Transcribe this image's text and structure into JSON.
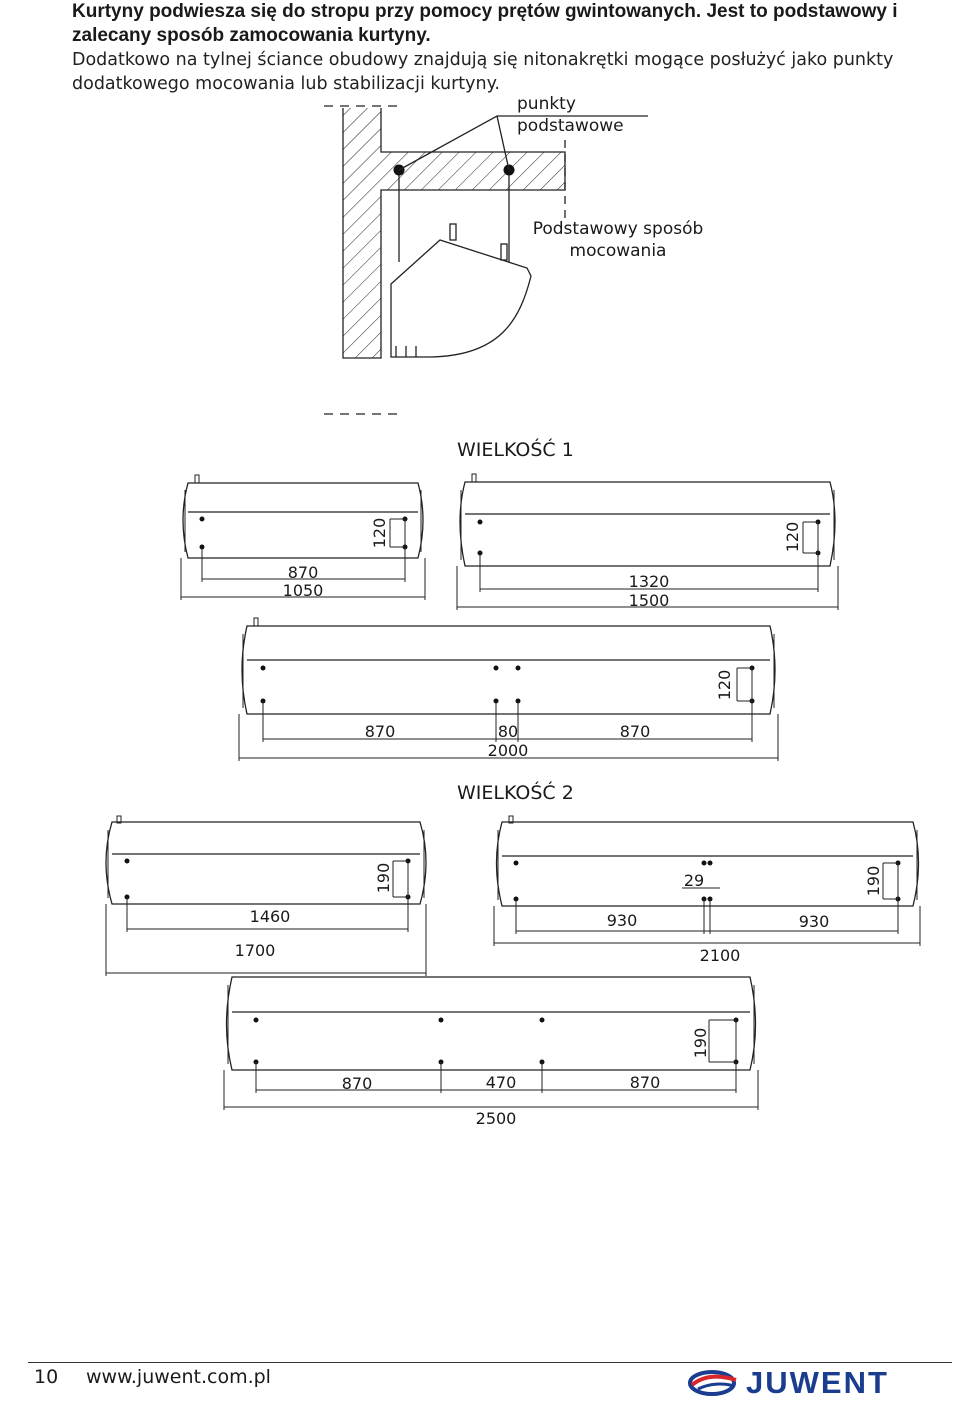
{
  "intro": {
    "bold_text": "Kurtyny podwiesza się do stropu przy pomocy prętów gwintowanych. Jest to podstawowy i zalecany sposób zamocowania kurtyny.",
    "light_text": "Dodatkowo na tylnej ściance obudowy znajdują się nitonakrętki mogące posłużyć jako punkty dodatkowego mocowania lub stabilizacji kurtyny."
  },
  "mounting_diagram": {
    "label_points_line1": "punkty",
    "label_points_line2": "podstawowe",
    "label_method_line1": "Podstawowy sposób",
    "label_method_line2": "mocowania"
  },
  "size1": {
    "heading": "WIELKOŚĆ 1",
    "unit_1050": {
      "height": "120",
      "spacing": "870",
      "total": "1050"
    },
    "unit_1500": {
      "height": "120",
      "spacing": "1320",
      "total": "1500"
    },
    "unit_2000": {
      "height": "120",
      "left_spacing": "870",
      "middle_spacing": "80",
      "right_spacing": "870",
      "total": "2000"
    }
  },
  "size2": {
    "heading": "WIELKOŚĆ 2",
    "unit_1700": {
      "height": "190",
      "spacing": "1460",
      "total": "1700"
    },
    "unit_2100": {
      "height": "190",
      "left_spacing": "930",
      "middle_spacing": "29",
      "right_spacing": "930",
      "total": "2100"
    },
    "unit_2500": {
      "height": "190",
      "left_spacing": "870",
      "middle_spacing": "470",
      "right_spacing": "870",
      "total": "2500"
    }
  },
  "footer": {
    "page_number": "10",
    "website": "www.juwent.com.pl",
    "brand": "JUWENT",
    "logo_icon": "juwent-swoosh-icon"
  },
  "colors": {
    "logo_blue": "#1a3d8f",
    "logo_red": "#d9262b"
  }
}
